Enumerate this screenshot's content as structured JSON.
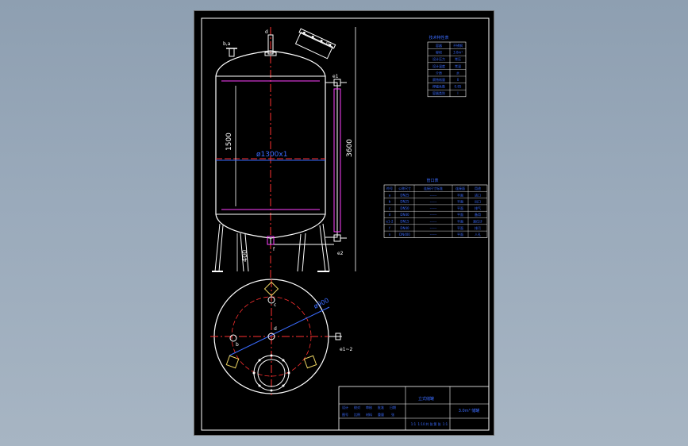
{
  "drawing": {
    "labels": {
      "b_a": "b,a",
      "d_top": "d",
      "n_top": "n",
      "e1_top": "e1",
      "dim_height": "1500",
      "dim_diameter": "ø1300x1",
      "dim_total": "3600",
      "dim_leg": "400",
      "f_bottom": "f",
      "e2": "e2",
      "c_plan": "c",
      "d_plan": "d",
      "b_plan": "b",
      "dim_plan": "ø900",
      "e1_2": "e1~2"
    }
  },
  "tech_table": {
    "title": "技术特性表",
    "rows": [
      [
        "容器",
        "不锈钢"
      ],
      [
        "容积",
        "3.0m³"
      ],
      [
        "设计压力",
        "常压"
      ],
      [
        "设计温度",
        "常温"
      ],
      [
        "介质",
        "水"
      ],
      [
        "腐蚀裕量",
        "0"
      ],
      [
        "焊缝系数",
        "0.85"
      ],
      [
        "容器类别",
        "Ⅰ"
      ]
    ]
  },
  "nozzle_table": {
    "title": "管口表",
    "headers": [
      "符号",
      "公称尺寸",
      "连接尺寸标准",
      "连接面",
      "用途"
    ],
    "rows": [
      [
        "a",
        "DN25",
        "------",
        "平面",
        "进口"
      ],
      [
        "b",
        "DN25",
        "------",
        "平面",
        "出口"
      ],
      [
        "c",
        "DN50",
        "------",
        "平面",
        "排气"
      ],
      [
        "d",
        "DN40",
        "------",
        "平面",
        "备用"
      ],
      [
        "e1-2",
        "DN15",
        "------",
        "平面",
        "液位计"
      ],
      [
        "f",
        "DN40",
        "------",
        "平面",
        "排污"
      ],
      [
        "n",
        "DN400",
        "------",
        "平面",
        "人孔"
      ]
    ]
  },
  "title_block": {
    "project": "立式储罐",
    "drawing_name": "3.0m³ 储罐",
    "rows": [
      [
        "设计",
        "校对",
        "审核",
        "批准",
        "日期"
      ],
      [
        "图号",
        "比例",
        "材料",
        "重量",
        "张"
      ]
    ],
    "cells": [
      "1:1",
      "1:10",
      "共 张",
      "第 张",
      "1:1"
    ]
  }
}
